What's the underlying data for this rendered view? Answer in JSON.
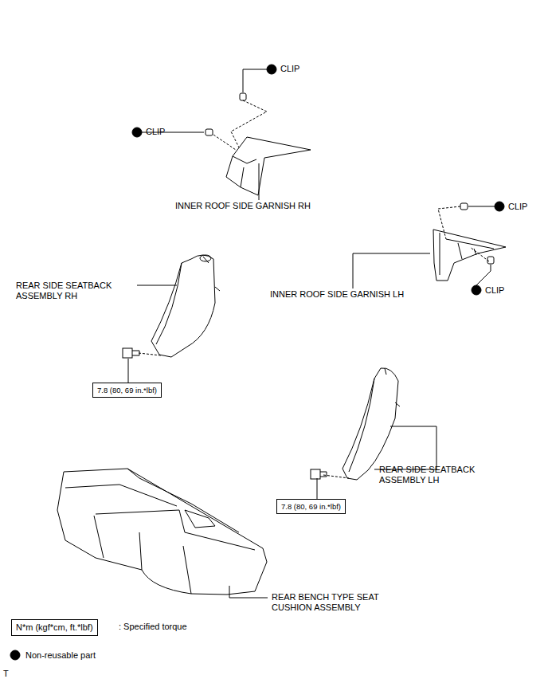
{
  "diagram": {
    "nodes": [
      {
        "text": [
          "7.8 (80, 69 in.*lbf)"
        ]
      },
      {
        "text": [
          "7.8 (80, 69 in.*lbf)"
        ]
      },
      {
        "text": [
          "N*m (kgf*cm, ft.*lbf)"
        ]
      }
    ],
    "labels": [
      "CLIP",
      "CLIP",
      "INNER ROOF SIDE GARNISH RH",
      "REAR SIDE SEATBACK ASSEMBLY RH",
      "CLIP",
      "INNER ROOF SIDE GARNISH LH",
      "CLIP",
      "REAR SIDE SEATBACK ASSEMBLY LH",
      "REAR BENCH TYPE SEAT CUSHION ASSEMBLY",
      "T"
    ],
    "legend": [
      {
        "text": ": Specified torque"
      },
      {
        "text": "Non-reusable part"
      }
    ]
  }
}
